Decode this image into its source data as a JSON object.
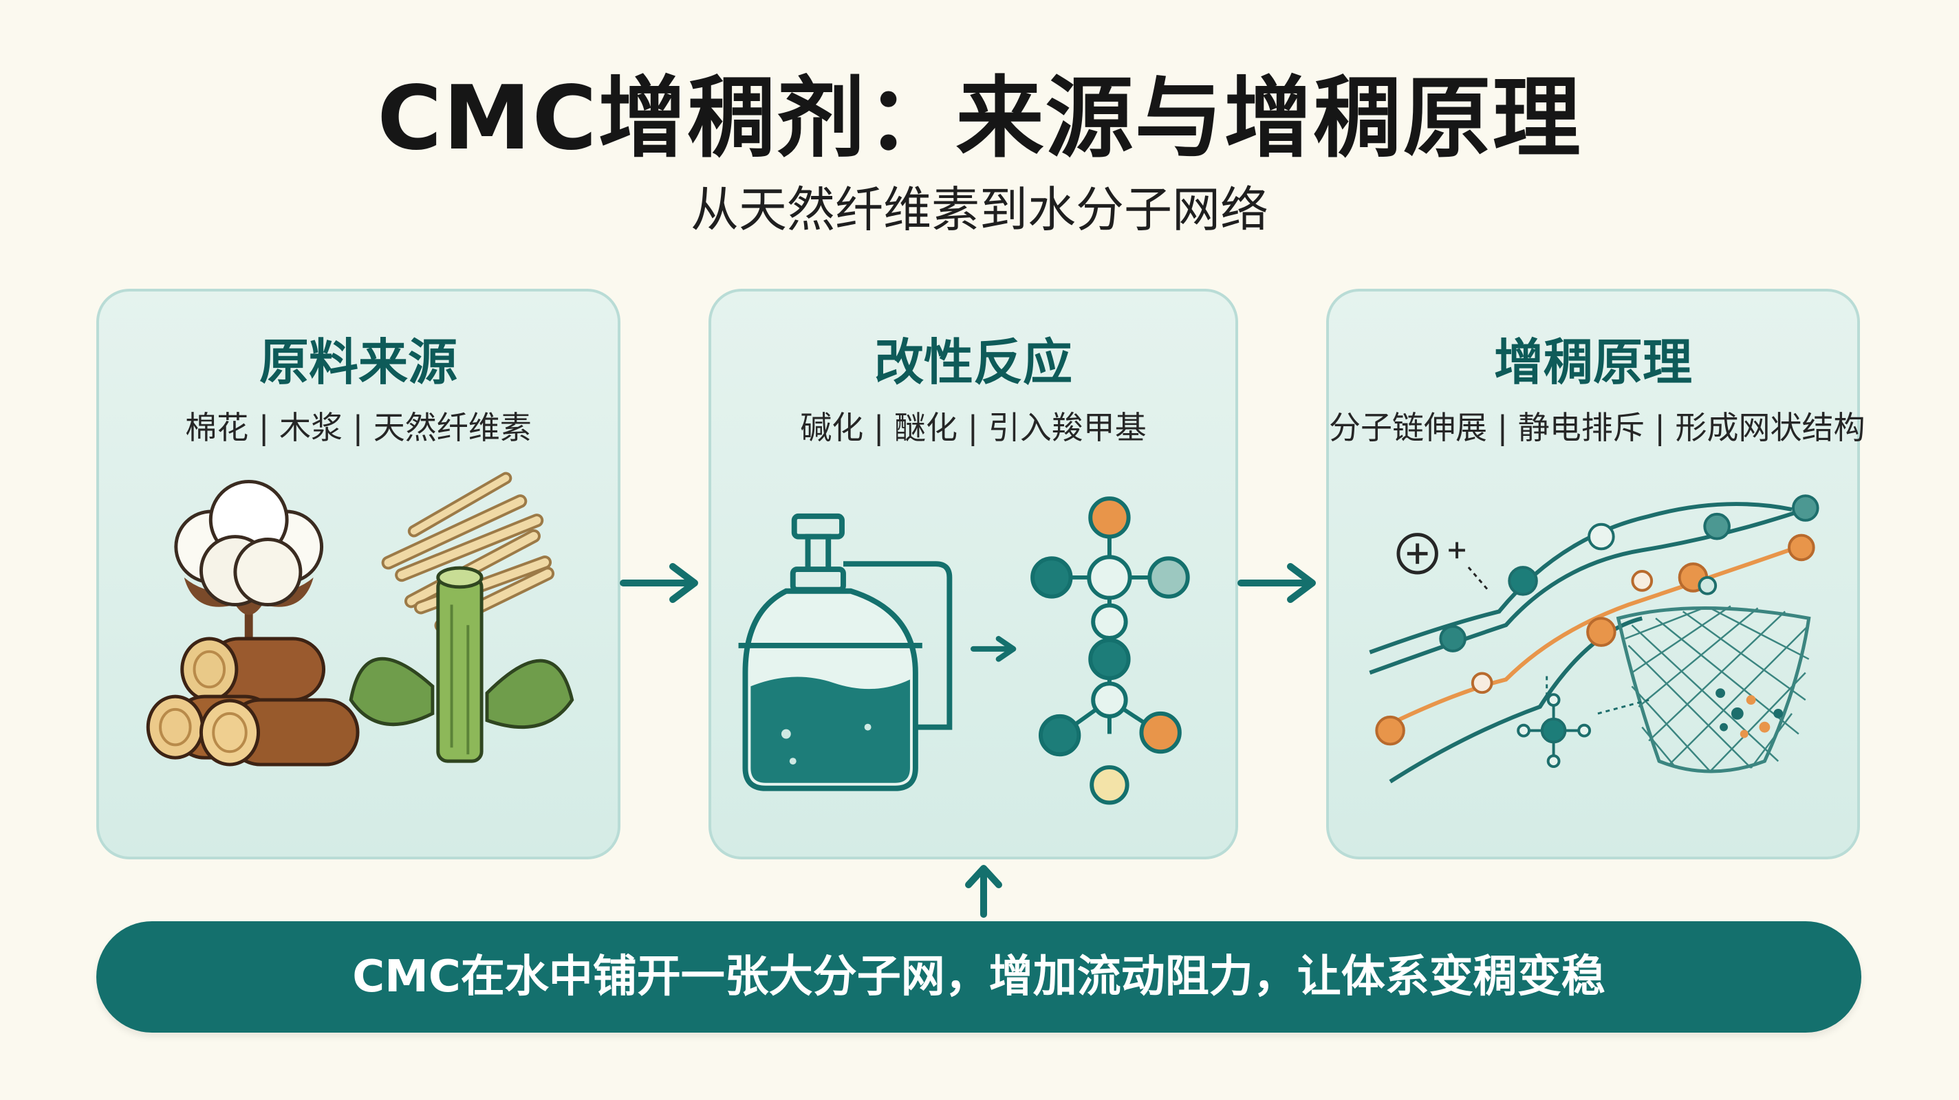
{
  "header": {
    "title": "CMC增稠剂：来源与增稠原理",
    "subtitle": "从天然纤维素到水分子网络"
  },
  "panels": [
    {
      "title": "原料来源",
      "subtitle": "棉花 | 木浆 | 天然纤维素",
      "icons": [
        "cotton-boll-icon",
        "wood-pulp-fiber-icon",
        "wood-logs-icon",
        "plant-stem-icon"
      ]
    },
    {
      "title": "改性反应",
      "subtitle": "碱化 | 醚化 | 引入羧甲基",
      "icons": [
        "reaction-flask-icon",
        "molecule-structure-icon"
      ]
    },
    {
      "title": "增稠原理",
      "subtitle": "分子链伸展 | 静电排斥 | 形成网状结构",
      "icons": [
        "polymer-chain-icon",
        "charge-plus-icon",
        "molecular-net-icon"
      ]
    }
  ],
  "banner": {
    "text": "CMC在水中铺开一张大分子网，增加流动阻力，让体系变稠变稳"
  },
  "colors": {
    "background": "#fbf9ef",
    "panel": "#dcefe9",
    "teal": "#14706d",
    "orange": "#e8954a",
    "title": "#0e5b59"
  }
}
